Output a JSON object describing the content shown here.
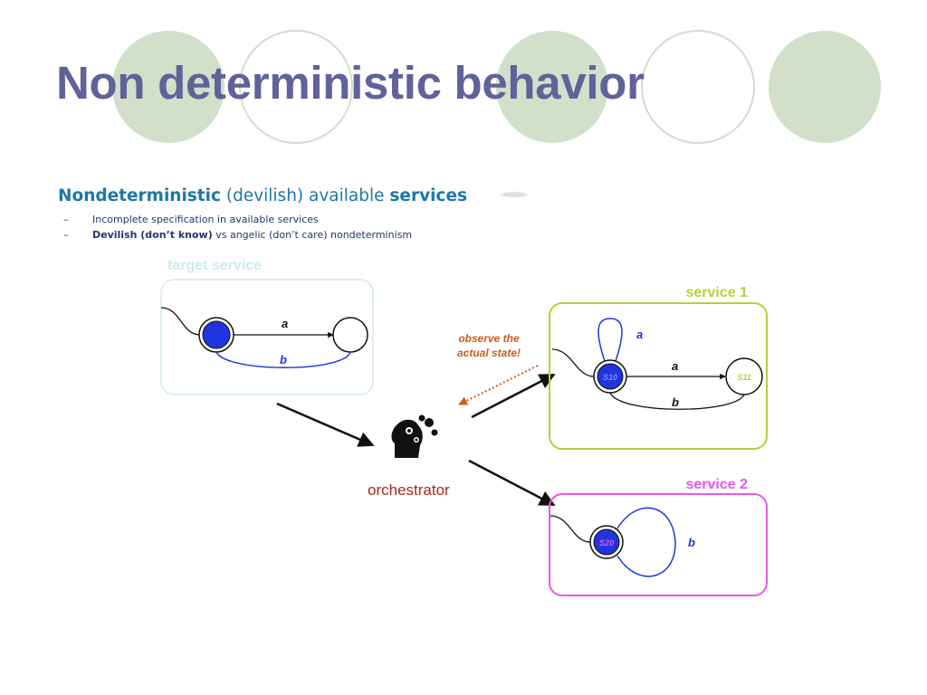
{
  "slide": {
    "title": "Non deterministic behavior"
  },
  "content": {
    "heading_bold1": "Nondeterministic",
    "heading_mid": " (devilish) available ",
    "heading_bold2": "services",
    "bullets": [
      {
        "dash": "–",
        "bold": "",
        "text": "Incomplete specification in available services"
      },
      {
        "dash": "–",
        "bold": "Devilish (don’t know)",
        "text": " vs angelic (don’t care) nondeterminism"
      }
    ]
  },
  "diagram": {
    "target_label": "target service",
    "target_edge_a": "a",
    "target_edge_b": "b",
    "observe_line1": "observe the",
    "observe_line2": "actual state!",
    "orchestrator_label": "orchestrator",
    "service1_label": "service 1",
    "s1_loop_a": "a",
    "s1_edge_a": "a",
    "s1_edge_b": "b",
    "s10": "S10",
    "s11": "S11",
    "service2_label": "service 2",
    "s20": "S20",
    "s2_loop_b": "b",
    "colors": {
      "title": "#60629a",
      "target_box": "#cfeaf0",
      "service1_box": "#b5cf3c",
      "service2_box": "#e857e6",
      "state_blue": "#2034e0",
      "observe": "#d05a16",
      "orchestrator": "#a52a1c"
    }
  }
}
